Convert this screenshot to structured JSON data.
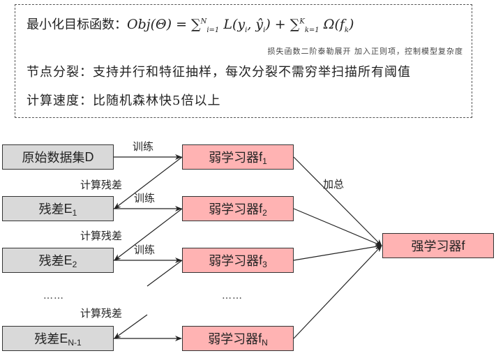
{
  "notes": {
    "objective_label": "最小化目标函数：",
    "objective_formula": "Obj(Θ) = ∑",
    "sum1_sub": "i=1",
    "sum1_sup": "N",
    "loss_term": "L(y",
    "loss_sub1": "i",
    "loss_mid": ", ŷ",
    "loss_sub2": "i",
    "loss_end": ") + ∑",
    "sum2_sub": "k=1",
    "sum2_sup": "K",
    "reg_term": "Ω(f",
    "reg_sub": "k",
    "reg_end": ")",
    "annotation": "损失函数二阶泰勒展开   加入正则项，控制模型复杂度",
    "node_split": "节点分裂：支持并行和特征抽样，每次分裂不需穷举扫描所有阈值",
    "speed": "计算速度：比随机森林快5倍以上"
  },
  "diagram": {
    "residual_boxes": [
      {
        "prefix": "原始数据集",
        "symbol": "D",
        "sub": ""
      },
      {
        "prefix": "残差",
        "symbol": "E",
        "sub": "1"
      },
      {
        "prefix": "残差",
        "symbol": "E",
        "sub": "2"
      },
      {
        "prefix": "残差",
        "symbol": "E",
        "sub": "N-1"
      }
    ],
    "weak_learners": [
      {
        "prefix": "弱学习器",
        "symbol": "f",
        "sub": "1"
      },
      {
        "prefix": "弱学习器",
        "symbol": "f",
        "sub": "2"
      },
      {
        "prefix": "弱学习器",
        "symbol": "f",
        "sub": "3"
      },
      {
        "prefix": "弱学习器",
        "symbol": "f",
        "sub": "N"
      }
    ],
    "strong_learner": {
      "prefix": "强学习器",
      "symbol": "f"
    },
    "train_label": "训练",
    "residual_label": "计算残差",
    "sum_label": "加总",
    "ellipsis": "……",
    "colors": {
      "residual_fill": "#d9d9d9",
      "learner_fill": "#ffb3b3",
      "border": "#333333"
    }
  }
}
